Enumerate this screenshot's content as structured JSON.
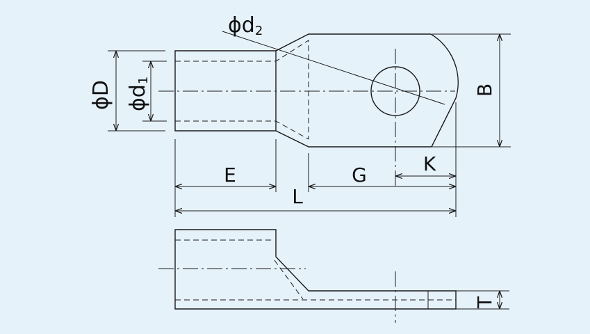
{
  "labels": {
    "phi_symbol": "ϕ",
    "d2_letter": "d",
    "d2_sub": "2",
    "D_letter": "D",
    "d1_letter": "d",
    "d1_sub": "1",
    "E": "E",
    "G": "G",
    "K": "K",
    "L": "L",
    "B": "B",
    "T": "T"
  },
  "colors": {
    "background": "#e6f2fa",
    "ink": "#1a1a1a"
  }
}
